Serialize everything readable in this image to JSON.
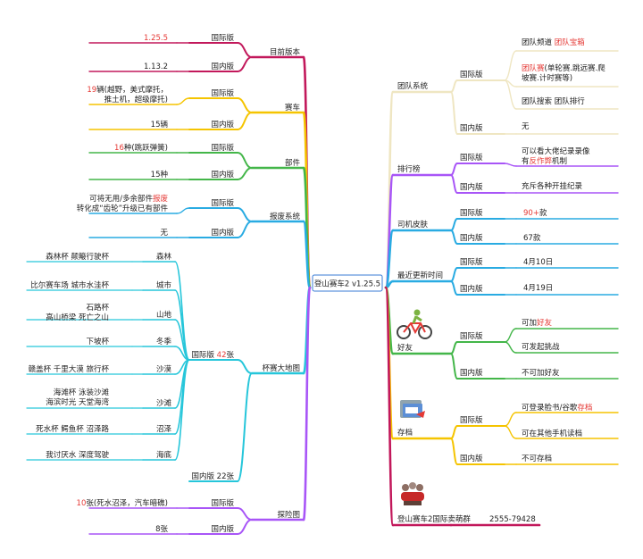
{
  "root": {
    "label": "登山赛车2 v1.25.5"
  },
  "left": [
    {
      "label": "目前版本",
      "color": "#c2185b",
      "children": [
        {
          "label": "国际版",
          "leaves": [
            {
              "parts": [
                {
                  "t": "1.25.5",
                  "hl": true
                }
              ]
            }
          ]
        },
        {
          "label": "国内版",
          "leaves": [
            {
              "parts": [
                {
                  "t": "1.13.2"
                }
              ]
            }
          ]
        }
      ]
    },
    {
      "label": "赛车",
      "color": "#f5c400",
      "children": [
        {
          "label": "国际版",
          "leaves": [
            {
              "parts": [
                {
                  "t": "19",
                  "hl": true
                },
                {
                  "t": "辆(越野，美式摩托，"
                }
              ]
            },
            {
              "parts": [
                {
                  "t": "推土机，超级摩托)"
                }
              ]
            }
          ]
        },
        {
          "label": "国内版",
          "leaves": [
            {
              "parts": [
                {
                  "t": "15辆"
                }
              ]
            }
          ]
        }
      ]
    },
    {
      "label": "部件",
      "color": "#43b649",
      "children": [
        {
          "label": "国际版",
          "leaves": [
            {
              "parts": [
                {
                  "t": "16",
                  "hl": true
                },
                {
                  "t": "种(跳跃弹簧)"
                }
              ]
            }
          ]
        },
        {
          "label": "国内版",
          "leaves": [
            {
              "parts": [
                {
                  "t": "15种"
                }
              ]
            }
          ]
        }
      ]
    },
    {
      "label": "报废系统",
      "color": "#29abe2",
      "children": [
        {
          "label": "国际版",
          "leaves": [
            {
              "parts": [
                {
                  "t": "可将无用/多余部件"
                },
                {
                  "t": "报废",
                  "hl": true
                }
              ]
            },
            {
              "parts": [
                {
                  "t": "转化成“齿轮”升级已有部件"
                }
              ]
            }
          ]
        },
        {
          "label": "国内版",
          "leaves": [
            {
              "parts": [
                {
                  "t": "无"
                }
              ]
            }
          ]
        }
      ]
    },
    {
      "label": "杯赛大地图",
      "color": "#26c6da",
      "children": [
        {
          "label": "国际版 42张",
          "highlight": "42",
          "subs": [
            {
              "label": "森林",
              "leaves": [
                "森林杯 颠簸行驶杯"
              ]
            },
            {
              "label": "城市",
              "leaves": [
                "比尔赛车场 城市水洼杯"
              ]
            },
            {
              "label": "山地",
              "leaves": [
                "石路杯",
                "高山桥梁 死亡之山"
              ]
            },
            {
              "label": "冬季",
              "leaves": [
                "下坡杯"
              ]
            },
            {
              "label": "沙漠",
              "leaves": [
                "赣盖杯 千里大漠 旅行杯"
              ]
            },
            {
              "label": "沙滩",
              "leaves": [
                "海滩杯 泳装沙滩",
                "海滨时光 天堂海湾"
              ]
            },
            {
              "label": "沼泽",
              "leaves": [
                "死水杯 鳄鱼杯 沼泽路"
              ]
            },
            {
              "label": "海底",
              "leaves": [
                "我讨厌水 深度驾驶"
              ]
            }
          ]
        },
        {
          "label": "国内版 22张",
          "subs": []
        }
      ]
    },
    {
      "label": "探险图",
      "color": "#a855f7",
      "children": [
        {
          "label": "国际版",
          "leaves": [
            {
              "parts": [
                {
                  "t": "10",
                  "hl": true
                },
                {
                  "t": "张(死水沼泽，汽车暗礁)"
                }
              ]
            }
          ]
        },
        {
          "label": "国内版",
          "leaves": [
            {
              "parts": [
                {
                  "t": "8张"
                }
              ]
            }
          ]
        }
      ]
    }
  ],
  "right": [
    {
      "label": "团队系统",
      "color": "#efe6c2",
      "children": [
        {
          "label": "国际版",
          "leaves": [
            [
              {
                "parts": [
                  {
                    "t": "团队频道 "
                  },
                  {
                    "t": "团队宝箱",
                    "hl": true
                  }
                ]
              }
            ],
            [
              {
                "parts": [
                  {
                    "t": "团队赛",
                    "hl": true
                  },
                  {
                    "t": "(单轮赛.跳远赛.爬"
                  }
                ]
              },
              {
                "parts": [
                  {
                    "t": "坡赛.计时赛等)"
                  }
                ]
              }
            ],
            [
              {
                "parts": [
                  {
                    "t": "团队搜索 团队排行"
                  }
                ]
              }
            ]
          ]
        },
        {
          "label": "国内版",
          "leaves": [
            [
              {
                "parts": [
                  {
                    "t": "无"
                  }
                ]
              }
            ]
          ]
        }
      ]
    },
    {
      "label": "排行榜",
      "color": "#a855f7",
      "children": [
        {
          "label": "国际版",
          "leaves": [
            [
              {
                "parts": [
                  {
                    "t": "可以看大佬纪录录像"
                  }
                ]
              },
              {
                "parts": [
                  {
                    "t": "有"
                  },
                  {
                    "t": "反作弊",
                    "hl": true
                  },
                  {
                    "t": "机制"
                  }
                ]
              }
            ]
          ]
        },
        {
          "label": "国内版",
          "leaves": [
            [
              {
                "parts": [
                  {
                    "t": "充斥各种开挂纪录"
                  }
                ]
              }
            ]
          ]
        }
      ]
    },
    {
      "label": "司机皮肤",
      "color": "#29abe2",
      "children": [
        {
          "label": "国际版",
          "leaves": [
            [
              {
                "parts": [
                  {
                    "t": "90+",
                    "hl": true
                  },
                  {
                    "t": "款"
                  }
                ]
              }
            ]
          ]
        },
        {
          "label": "国内版",
          "leaves": [
            [
              {
                "parts": [
                  {
                    "t": "67款"
                  }
                ]
              }
            ]
          ]
        }
      ]
    },
    {
      "label": "最近更新时间",
      "color": "#29abe2",
      "children": [
        {
          "label": "国际版",
          "leaves": [
            [
              {
                "parts": [
                  {
                    "t": "4月10日"
                  }
                ]
              }
            ]
          ]
        },
        {
          "label": "国内版",
          "leaves": [
            [
              {
                "parts": [
                  {
                    "t": "4月19日"
                  }
                ]
              }
            ]
          ]
        }
      ]
    },
    {
      "label": "好友",
      "color": "#43b649",
      "icon": "cyclist-icon",
      "children": [
        {
          "label": "国际版",
          "leaves": [
            [
              {
                "parts": [
                  {
                    "t": "可加"
                  },
                  {
                    "t": "好友",
                    "hl": true
                  }
                ]
              }
            ],
            [
              {
                "parts": [
                  {
                    "t": "可发起挑战"
                  }
                ]
              }
            ]
          ]
        },
        {
          "label": "国内版",
          "leaves": [
            [
              {
                "parts": [
                  {
                    "t": "不可加好友"
                  }
                ]
              }
            ]
          ]
        }
      ]
    },
    {
      "label": "存档",
      "color": "#f5c400",
      "icon": "save-folder-icon",
      "children": [
        {
          "label": "国际版",
          "leaves": [
            [
              {
                "parts": [
                  {
                    "t": "可登录脸书/谷歌"
                  },
                  {
                    "t": "存档",
                    "hl": true
                  }
                ]
              }
            ],
            [
              {
                "parts": [
                  {
                    "t": "可在其他手机读档"
                  }
                ]
              }
            ]
          ]
        },
        {
          "label": "国内版",
          "leaves": [
            [
              {
                "parts": [
                  {
                    "t": "不可存档"
                  }
                ]
              }
            ]
          ]
        }
      ]
    },
    {
      "label": "登山赛车2国际卖萌群",
      "color": "#c2185b",
      "icon": "group-people-icon",
      "extra": "2555-79428",
      "children": []
    }
  ]
}
